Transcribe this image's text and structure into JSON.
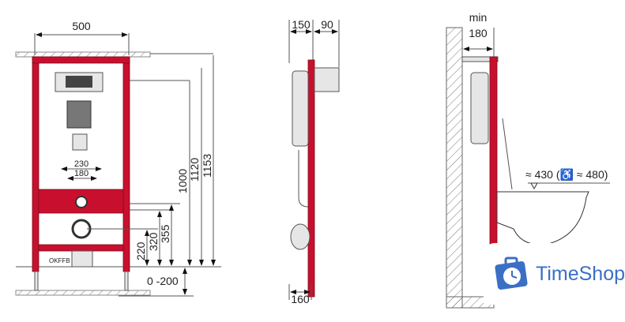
{
  "front_view": {
    "width": "500",
    "inner_230": "230",
    "inner_180": "180",
    "h_1000": "1000",
    "h_1120": "1120",
    "h_1153": "1153",
    "h_355": "355",
    "h_320": "320",
    "h_220": "220",
    "floor_adjust": "0 -200",
    "floor_label": "OKFFB"
  },
  "side_view": {
    "depth_150": "150",
    "depth_90": "90",
    "foot_160": "160"
  },
  "install_view": {
    "min_label": "min",
    "min_depth": "180",
    "seat_height": "≈ 430 (♿ ≈ 480)"
  },
  "logo": {
    "text": "TimeShop",
    "color": "#3b6fc4"
  },
  "colors": {
    "frame": "#c8102e"
  }
}
